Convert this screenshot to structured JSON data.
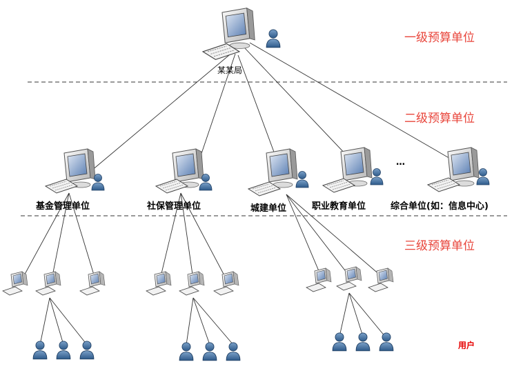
{
  "colors": {
    "level_label": "#e8443a",
    "users_label": "#e60000",
    "monitor_frame": "#e6e6e6",
    "monitor_screen": "#5b7fb3",
    "user_fill": "#4a78aa",
    "line": "#333333"
  },
  "levels": {
    "level1": "一级预算单位",
    "level2": "二级预算单位",
    "level3": "三级预算单位"
  },
  "root": {
    "label": "某某局",
    "icon": "computer-with-user-icon"
  },
  "level2_units": [
    {
      "label": "基金管理单位"
    },
    {
      "label": "社保管理单位"
    },
    {
      "label": "城建单位"
    },
    {
      "label": "职业教育单位"
    },
    {
      "label": "综合单位(如：信息中心)"
    }
  ],
  "ellipsis": "…",
  "users_label": "用户"
}
